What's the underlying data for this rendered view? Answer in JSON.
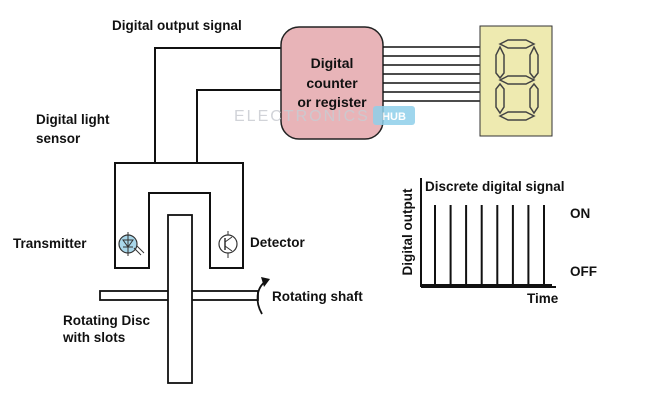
{
  "labels": {
    "digital_output_signal": "Digital output signal",
    "digital_light_sensor_line1": "Digital light",
    "digital_light_sensor_line2": "sensor",
    "transmitter": "Transmitter",
    "detector": "Detector",
    "rotating_shaft": "Rotating shaft",
    "rotating_disc_line1": "Rotating Disc",
    "rotating_disc_line2": "with slots",
    "counter_line1": "Digital",
    "counter_line2": "counter",
    "counter_line3": "or register",
    "graph_title": "Discrete digital signal",
    "graph_y_axis": "Digital output",
    "graph_x_axis": "Time",
    "level_on": "ON",
    "level_off": "OFF"
  },
  "watermark": {
    "text": "ELECTRONICS",
    "badge": "HUB"
  },
  "display": {
    "digit": "8"
  },
  "signal": {
    "pulse_count": 8
  },
  "colors": {
    "counter_fill": "#e8b4b8",
    "display_fill": "#eeeab0",
    "transmitter_fill": "#a9d7ea",
    "watermark_badge": "#8fd0ea"
  }
}
